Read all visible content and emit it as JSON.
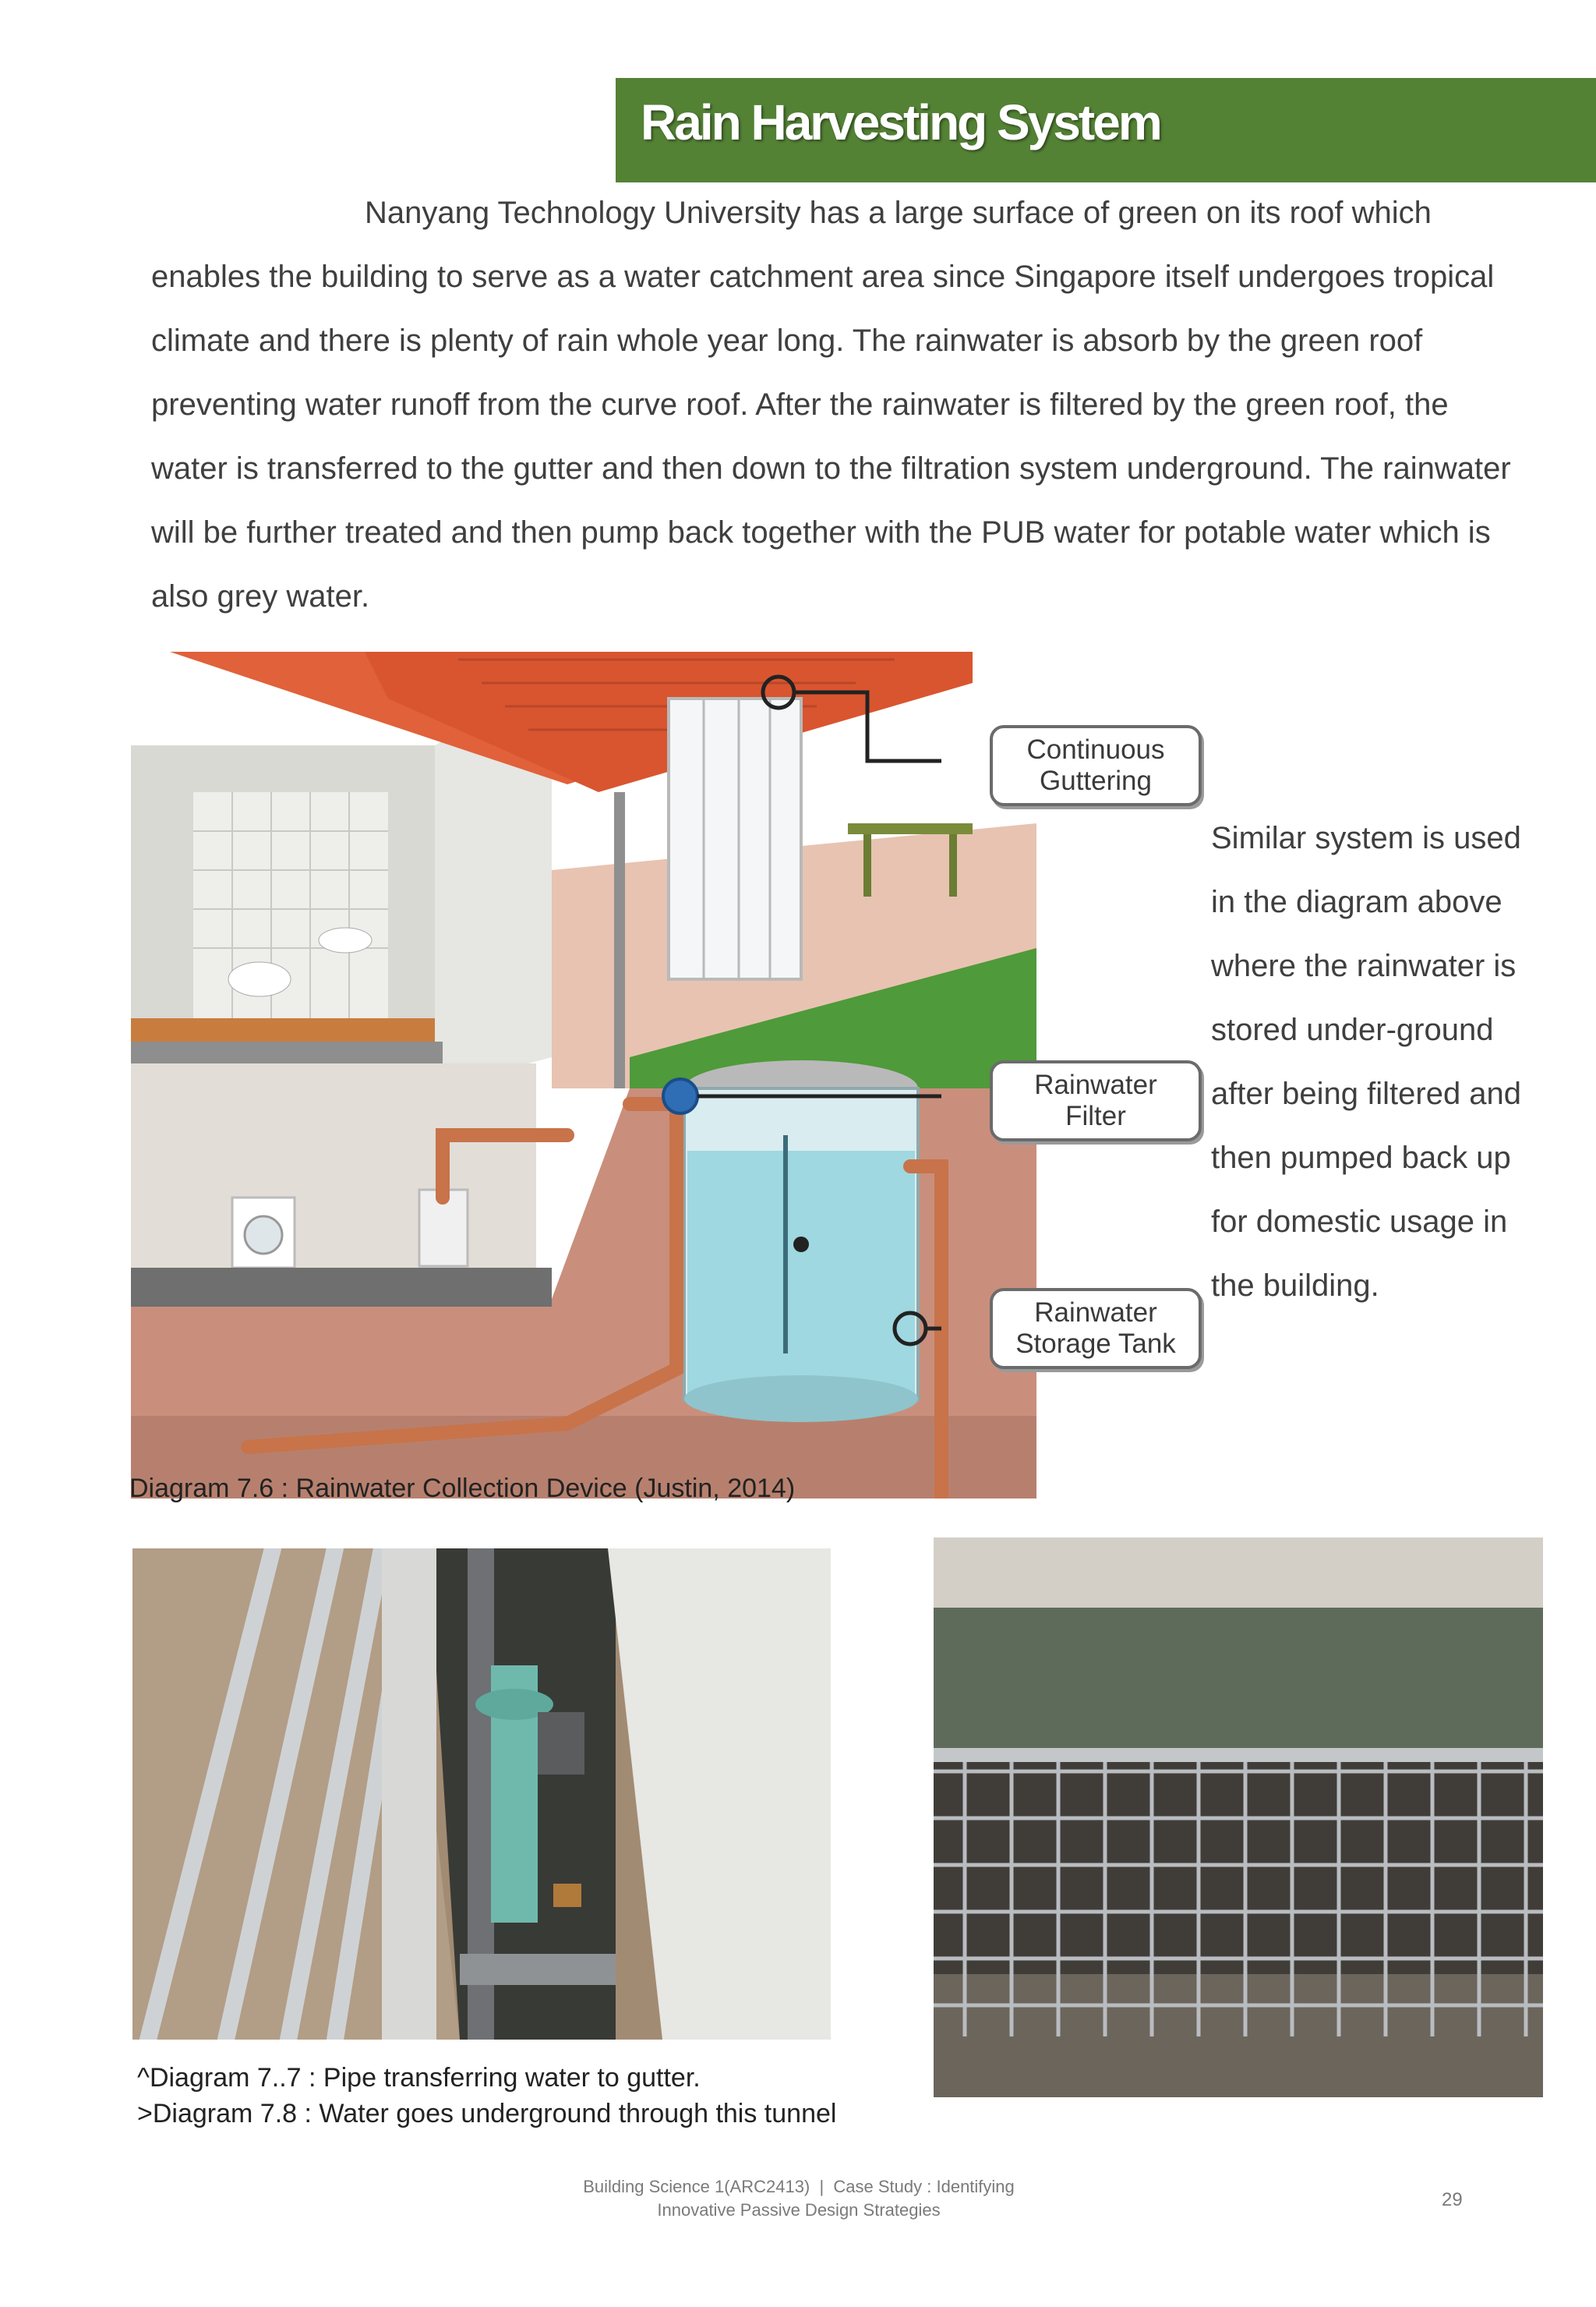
{
  "header": {
    "title": "Rain Harvesting System"
  },
  "intro": {
    "paragraph": "Nanyang Technology University has a large surface of green on its roof which enables the building to serve as a water catchment area since Singapore itself undergoes tropical climate and there is plenty of rain whole year long. The rainwater is absorb by the green roof preventing water runoff from the curve roof. After the rainwater is filtered by the green roof, the water is transferred to the gutter and then down to the filtration system underground. The rainwater will be further treated and then pump back together with the PUB water for potable water which is also grey water."
  },
  "diagram": {
    "callouts": [
      {
        "line1": "Continuous",
        "line2": "Guttering"
      },
      {
        "line1": "Rainwater",
        "line2": "Filter"
      },
      {
        "line1": "Rainwater",
        "line2": "Storage Tank"
      }
    ],
    "side_text": "Similar system is used in the diagram above where the rainwater is stored under-ground after being filtered and then pumped back up for domestic usage in the building.",
    "caption": "Diagram 7.6 : Rainwater Collection Device (Justin, 2014)"
  },
  "photos": {
    "caption_line1": "^Diagram 7..7 : Pipe transferring water to gutter.",
    "caption_line2": ">Diagram 7.8 : Water goes underground through this tunnel"
  },
  "footer": {
    "line1": "Building Science 1(ARC2413)  |  Case Study : Identifying",
    "line2": "Innovative Passive Design Strategies",
    "page_number": "29"
  },
  "colors": {
    "title_bar": "#548235",
    "roof": "#e0613a",
    "water": "#9fd8e0",
    "soil": "#c98f7c"
  }
}
